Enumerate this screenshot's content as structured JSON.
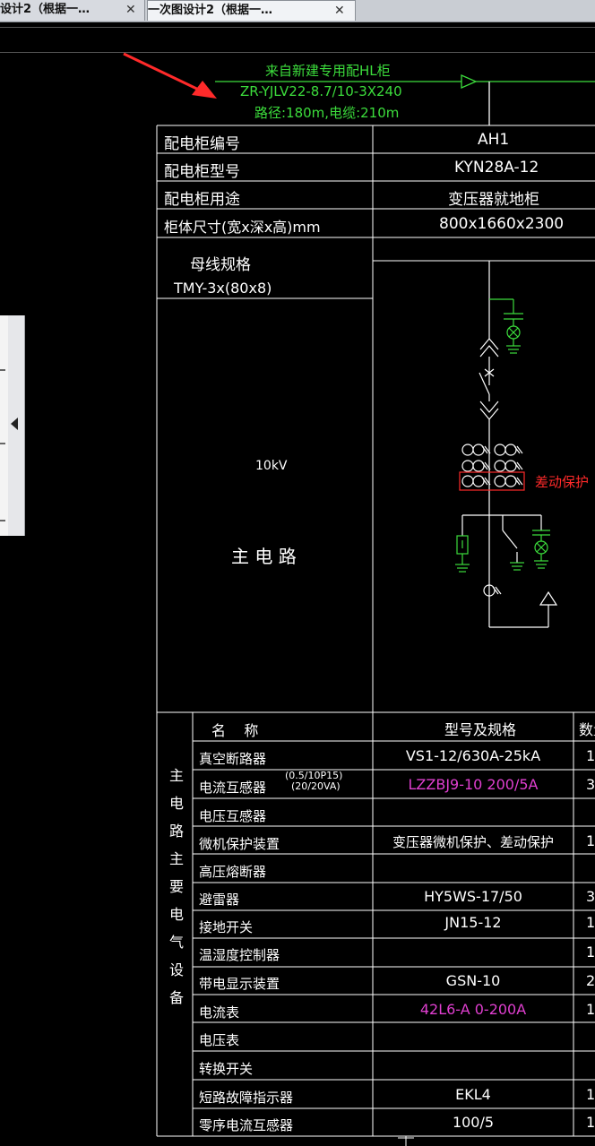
{
  "tabs": [
    {
      "title": "设计2（根据一…",
      "close": "✕"
    },
    {
      "title": "一次图设计2（根据一…",
      "close": "✕"
    }
  ],
  "cable": {
    "line1": "来自新建专用配HL柜",
    "line2": "ZR-YJLV22-8.7/10-3X240",
    "line3": "路径:180m,电缆:210m"
  },
  "cabinet": {
    "rows": [
      {
        "label": "配电柜编号",
        "value": "AH1"
      },
      {
        "label": "配电柜型号",
        "value": "KYN28A-12"
      },
      {
        "label": "配电柜用途",
        "value": "变压器就地柜"
      },
      {
        "label": "柜体尺寸(宽x深x高)mm",
        "value": "800x1660x2300"
      }
    ],
    "busbar_label": "母线规格",
    "busbar_value": "TMY-3x(80x8)",
    "voltage": "10kV",
    "main_circuit": "主 电 路"
  },
  "diagram": {
    "differential_protection": "差动保护",
    "colors": {
      "wire": "#ffffff",
      "green": "#3cdc3c",
      "red": "#ff2a2a",
      "magenta": "#e03fd0",
      "grid": "#ffffff"
    }
  },
  "equipment": {
    "side_label": [
      "主电",
      "路主",
      "要电",
      "气设",
      "备"
    ],
    "header_name": "名    称",
    "header_model": "型号及规格",
    "header_qty": "数量",
    "rows": [
      {
        "name": "真空断路器",
        "note": "",
        "model": "VS1-12/630A-25kA",
        "qty": "1"
      },
      {
        "name": "电流互感器",
        "note": "(0.5/10P15)(20/20VA)",
        "note1": "(0.5/10P15)",
        "note2": "(20/20VA)",
        "model": "LZZBJ9-10 200/5A",
        "qty": "3"
      },
      {
        "name": "电压互感器",
        "note": "",
        "model": "",
        "qty": ""
      },
      {
        "name": "微机保护装置",
        "note": "",
        "model": "变压器微机保护、差动保护",
        "qty": "1"
      },
      {
        "name": "高压熔断器",
        "note": "",
        "model": "",
        "qty": ""
      },
      {
        "name": "避雷器",
        "note": "",
        "model": "HY5WS-17/50",
        "qty": "3"
      },
      {
        "name": "接地开关",
        "note": "",
        "model": "JN15-12",
        "qty": "1"
      },
      {
        "name": "温湿度控制器",
        "note": "",
        "model": "",
        "qty": "1"
      },
      {
        "name": "带电显示装置",
        "note": "",
        "model": "GSN-10",
        "qty": "2"
      },
      {
        "name": "电流表",
        "note": "",
        "model": "42L6-A 0-200A",
        "qty": "1"
      },
      {
        "name": "电压表",
        "note": "",
        "model": "",
        "qty": ""
      },
      {
        "name": "转换开关",
        "note": "",
        "model": "",
        "qty": ""
      },
      {
        "name": "短路故障指示器",
        "note": "",
        "model": "EKL4",
        "qty": "1"
      },
      {
        "name": "零序电流互感器",
        "note": "",
        "model": "100/5",
        "qty": "1"
      }
    ]
  }
}
